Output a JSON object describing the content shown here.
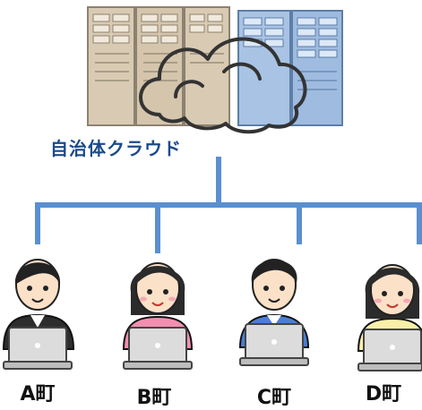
{
  "cloud": {
    "label": "自治体クラウド"
  },
  "towns": [
    {
      "label": "A町",
      "person": "man"
    },
    {
      "label": "B町",
      "person": "woman"
    },
    {
      "label": "C町",
      "person": "man"
    },
    {
      "label": "D町",
      "person": "woman"
    }
  ],
  "colors": {
    "connector_line": "#5a8fd0",
    "cloud_label": "#1a4a8c",
    "server_beige": "#d9cbb3",
    "server_blue": "#a9c3e4"
  }
}
